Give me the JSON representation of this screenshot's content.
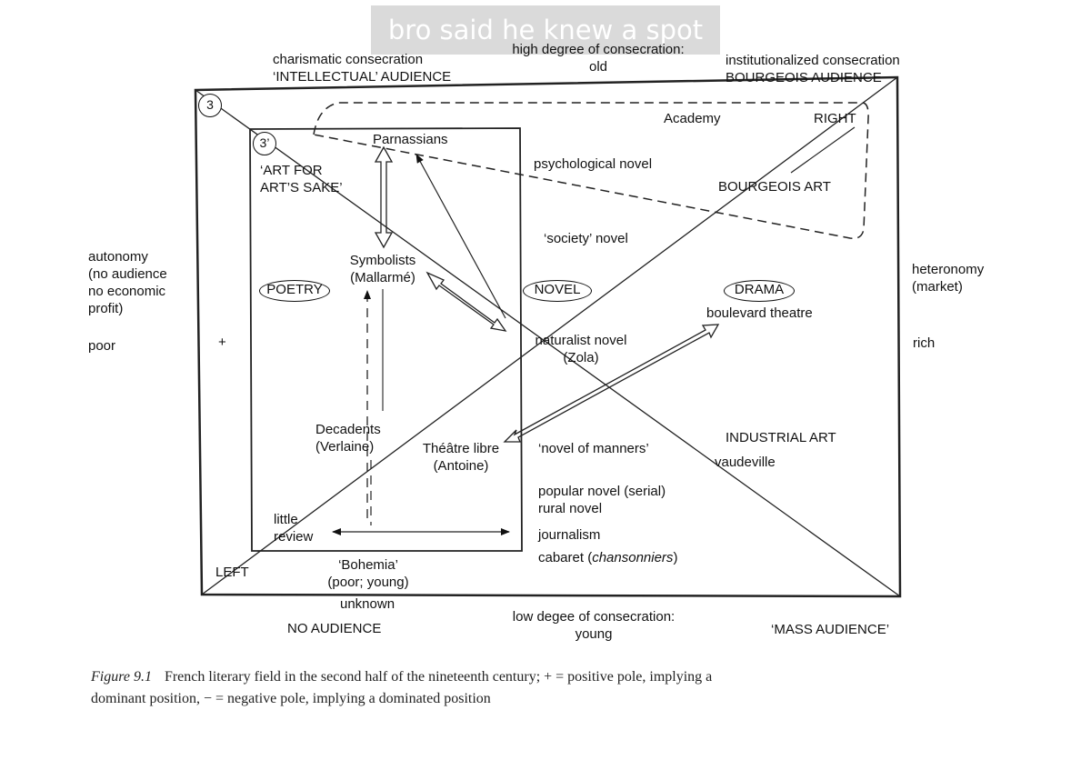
{
  "overlay": {
    "text": "bro said he knew a spot"
  },
  "top": {
    "left": [
      "charismatic consecration",
      "‘INTELLECTUAL’ AUDIENCE"
    ],
    "center": [
      "high degree of consecration:",
      "old"
    ],
    "right": [
      "institutionalized consecration",
      "BOURGEOIS AUDIENCE"
    ]
  },
  "left_side": {
    "lines": [
      "autonomy",
      "(no audience",
      "no economic",
      "profit)"
    ],
    "poor": "poor",
    "plus": "+"
  },
  "right_side": {
    "lines": [
      "heteronomy",
      "(market)"
    ],
    "rich": "rich"
  },
  "markers": {
    "outer": "3",
    "inner": "3’"
  },
  "inner": {
    "parnassians": "Parnassians",
    "art_for_arts_sake": [
      "‘ART FOR",
      "ART’S SAKE’"
    ],
    "symbolists": [
      "Symbolists",
      "(Mallarmé)"
    ],
    "poetry": "POETRY",
    "decadents": [
      "Decadents",
      "(Verlaine)"
    ],
    "theatre_libre": [
      "Théâtre libre",
      "(Antoine)"
    ],
    "little_review": [
      "little",
      "review"
    ],
    "bohemia": [
      "‘Bohemia’",
      "(poor; young)"
    ]
  },
  "outer": {
    "academy": "Academy",
    "right": "RIGHT",
    "psychological_novel": "psychological novel",
    "bourgeois_art": "BOURGEOIS ART",
    "society_novel": "‘society’ novel",
    "novel": "NOVEL",
    "drama": "DRAMA",
    "boulevard_theatre": "boulevard theatre",
    "naturalist_novel": [
      "naturalist novel",
      "(Zola)"
    ],
    "industrial_art": "INDUSTRIAL ART",
    "vaudeville": "vaudeville",
    "novel_of_manners": "‘novel of manners’",
    "popular_novel": [
      "popular novel (serial)",
      "rural novel"
    ],
    "journalism": "journalism",
    "cabaret": "cabaret (",
    "chansonniers": "chansonniers",
    "cabaret_close": ")",
    "left": "LEFT"
  },
  "bottom": {
    "unknown": "unknown",
    "no_audience": "NO AUDIENCE",
    "center": [
      "low degee of consecration:",
      "young"
    ],
    "mass_audience": "‘MASS AUDIENCE’"
  },
  "caption": {
    "figure": "Figure 9.1",
    "line1": "French literary field in the second half of the nineteenth century; + = positive pole, implying a",
    "line2": "dominant position, − = negative pole, implying a dominated position"
  }
}
